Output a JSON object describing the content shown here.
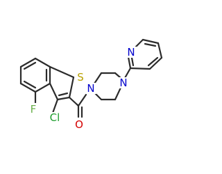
{
  "atoms": {
    "S": "S",
    "O": "O",
    "F": "F",
    "Cl": "Cl",
    "N_pip_left": "N",
    "N_pip_right": "N",
    "N_pyridine": "N"
  },
  "colors": {
    "bond": "#2b2b2b",
    "sulfur": "#b8a000",
    "oxygen": "#d40000",
    "nitrogen": "#0000cc",
    "fluorine": "#6ab04c",
    "chlorine": "#1e9e2e"
  }
}
